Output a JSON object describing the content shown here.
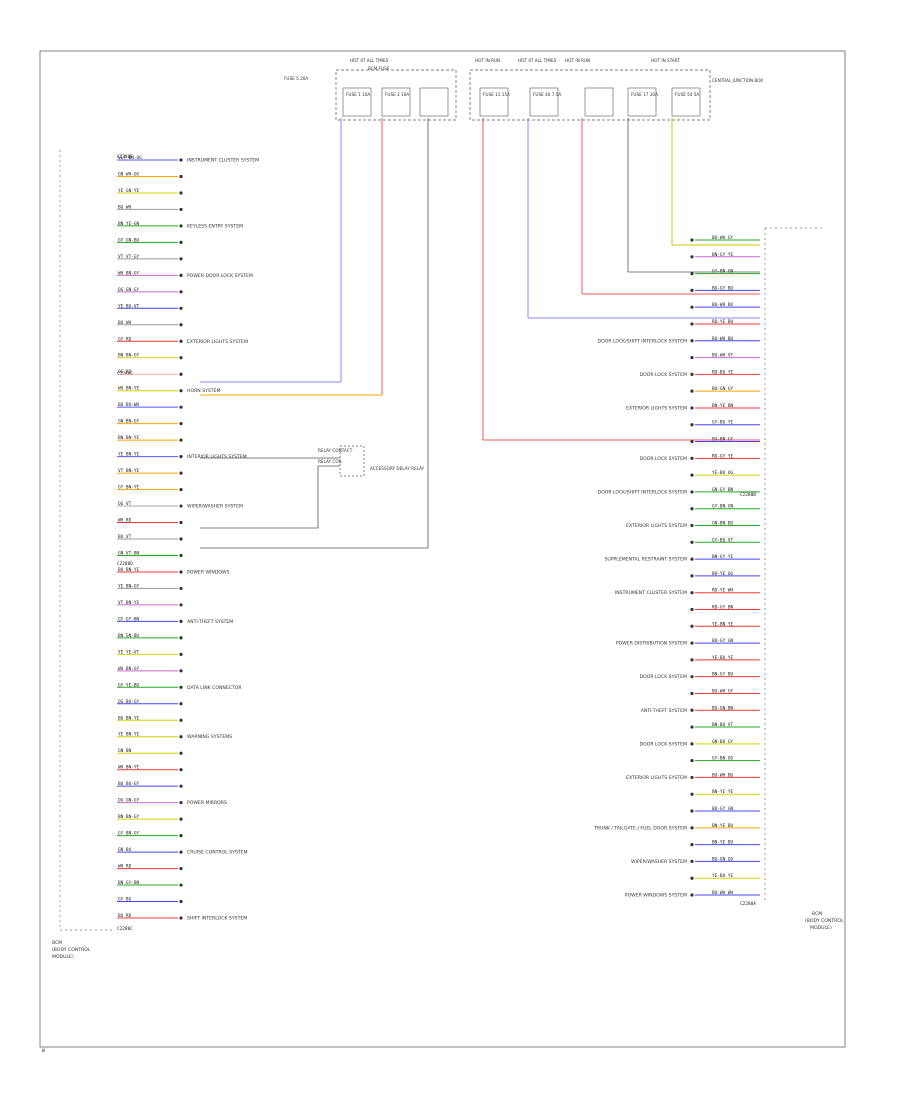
{
  "title": "",
  "left_module": {
    "name_lines": [
      "BCM",
      "(BODY CONTROL",
      "MODULE)"
    ],
    "connectors": [
      "C2280F",
      "C2280E",
      "C2280D",
      "C2280C"
    ]
  },
  "right_module": {
    "name_lines": [
      "BCM",
      "(BODY CONTROL",
      "MODULE)"
    ],
    "connectors": [
      "C2280B",
      "C2280A"
    ]
  },
  "left_pins": [
    {
      "text": "VLT BN-OG",
      "color": "#5555ff"
    },
    {
      "text": "GN WH-OG",
      "color": "#ffa500"
    },
    {
      "text": "YE GN-YE",
      "color": "#d4d400"
    },
    {
      "text": "BU WH",
      "color": "#999999"
    },
    {
      "text": "BN YE-GN",
      "color": "#22aa22"
    },
    {
      "text": "GY GN-BU",
      "color": "#22aa22"
    },
    {
      "text": "VT VT-GY",
      "color": "#999999"
    },
    {
      "text": "WH BN-GY",
      "color": "#cc66cc"
    },
    {
      "text": "OG GN-GY",
      "color": "#cc66cc"
    },
    {
      "text": "YE BU-VT",
      "color": "#4444ff"
    },
    {
      "text": "BU WH",
      "color": "#999999"
    },
    {
      "text": "GY RD",
      "color": "#ff3333"
    },
    {
      "text": "BN BN-GY",
      "color": "#d4d400"
    },
    {
      "text": "OG RD",
      "color": "#ffaaaa"
    },
    {
      "text": "WH BN-YE",
      "color": "#d4d400"
    },
    {
      "text": "BU BU-WH",
      "color": "#5555ff"
    },
    {
      "text": "GN BN-GY",
      "color": "#ffa500"
    },
    {
      "text": "BN BN-YE",
      "color": "#ffa500"
    },
    {
      "text": "YE BN-YE",
      "color": "#5555ff"
    },
    {
      "text": "VT BN-YE",
      "color": "#ffa500"
    },
    {
      "text": "GY BN-YE",
      "color": "#ffa500"
    },
    {
      "text": "OG VT",
      "color": "#aaaaaa"
    },
    {
      "text": "WH RD",
      "color": "#ff3333"
    },
    {
      "text": "BU VT",
      "color": "#999999"
    },
    {
      "text": "GN VT-BN",
      "color": "#22aa22"
    },
    {
      "text": "BU BN-YE",
      "color": "#ff3333"
    },
    {
      "text": "YE BN-GY",
      "color": "#999999"
    },
    {
      "text": "VT BN-YE",
      "color": "#cc66cc"
    },
    {
      "text": "GY GY-BN",
      "color": "#4444ff"
    },
    {
      "text": "BN GN-BU",
      "color": "#22aa22"
    },
    {
      "text": "YE YE-VT",
      "color": "#d4d400"
    },
    {
      "text": "WH BN-GY",
      "color": "#cc66cc"
    },
    {
      "text": "GY YE-BU",
      "color": "#22aa22"
    },
    {
      "text": "OG BU-GY",
      "color": "#4444ff"
    },
    {
      "text": "BU BN-YE",
      "color": "#d4d400"
    },
    {
      "text": "YE BN-YE",
      "color": "#d4d400"
    },
    {
      "text": "GN BN",
      "color": "#d4d400"
    },
    {
      "text": "WH BN-YE",
      "color": "#ff3333"
    },
    {
      "text": "BU BU-GY",
      "color": "#4444ff"
    },
    {
      "text": "OG GN-GY",
      "color": "#cc66cc"
    },
    {
      "text": "BN BN-GY",
      "color": "#d4d400"
    },
    {
      "text": "GY BN-GY",
      "color": "#22aa22"
    },
    {
      "text": "GN BU",
      "color": "#4444ff"
    },
    {
      "text": "WH RD",
      "color": "#ff3333"
    },
    {
      "text": "BN GY-BN",
      "color": "#22aa22"
    },
    {
      "text": "GY BU",
      "color": "#4444ff"
    },
    {
      "text": "BU RD",
      "color": "#ff3333"
    }
  ],
  "right_pins": [
    {
      "text": "BU-WH GY",
      "color": "#22aa22"
    },
    {
      "text": "BN-GY YE",
      "color": "#cc66cc"
    },
    {
      "text": "GY-BN GN",
      "color": "#22aa22"
    },
    {
      "text": "BU-GY BU",
      "color": "#4444ff"
    },
    {
      "text": "BU-WH BU",
      "color": "#4444ff"
    },
    {
      "text": "RD-YE BU",
      "color": "#ff3333"
    },
    {
      "text": "BU-WH BU",
      "color": "#4444ff"
    },
    {
      "text": "BU-WH VT",
      "color": "#cc66cc"
    },
    {
      "text": "RD-BU YE",
      "color": "#ff3333"
    },
    {
      "text": "BU-GN GY",
      "color": "#ffa500"
    },
    {
      "text": "BN-YE BN",
      "color": "#ff3333"
    },
    {
      "text": "GY-BU YE",
      "color": "#4444ff"
    },
    {
      "text": "BU-BN GY",
      "color": "#4444ff"
    },
    {
      "text": "RD-GY YE",
      "color": "#ff3333"
    },
    {
      "text": "YE-BU OG",
      "color": "#d4d400"
    },
    {
      "text": "GN-GY BN",
      "color": "#22aa22"
    },
    {
      "text": "GY-BN GN",
      "color": "#22aa22"
    },
    {
      "text": "GN-BN BU",
      "color": "#22aa22"
    },
    {
      "text": "GY-BU VT",
      "color": "#22aa22"
    },
    {
      "text": "BN-GY YE",
      "color": "#4444ff"
    },
    {
      "text": "BU-YE OG",
      "color": "#4444ff"
    },
    {
      "text": "RD-YE WH",
      "color": "#ff3333"
    },
    {
      "text": "RD-GY BN",
      "color": "#ff3333"
    },
    {
      "text": "YE-BN YE",
      "color": "#ff3333"
    },
    {
      "text": "BU-GY GN",
      "color": "#4444ff"
    },
    {
      "text": "YE-BU YE",
      "color": "#ff3333"
    },
    {
      "text": "BN-GY BU",
      "color": "#ff3333"
    },
    {
      "text": "BU-WH GY",
      "color": "#ff3333"
    },
    {
      "text": "BU-GN BN",
      "color": "#ff3333"
    },
    {
      "text": "BN-BU VT",
      "color": "#22aa22"
    },
    {
      "text": "GN-BU GY",
      "color": "#d4d400"
    },
    {
      "text": "GY-BN OG",
      "color": "#22aa22"
    },
    {
      "text": "BU-WH BU",
      "color": "#ff3333"
    },
    {
      "text": "BN-YE YE",
      "color": "#d4d400"
    },
    {
      "text": "BU-GY GN",
      "color": "#4444ff"
    },
    {
      "text": "BN-YE BU",
      "color": "#ffa500"
    },
    {
      "text": "BN-YE BU",
      "color": "#4444ff"
    },
    {
      "text": "BU-GN OG",
      "color": "#4444ff"
    },
    {
      "text": "YE-BU YE",
      "color": "#d4d400"
    },
    {
      "text": "BU-WH WH",
      "color": "#4444ff"
    }
  ],
  "left_notes": [
    "INSTRUMENT CLUSTER SYSTEM",
    "KEYLESS ENTRY SYSTEM",
    "POWER DOOR LOCK SYSTEM",
    "EXTERIOR LIGHTS SYSTEM",
    "HORN SYSTEM",
    "INTERIOR LIGHTS SYSTEM",
    "WIPER/WASHER SYSTEM",
    "POWER WINDOWS",
    "ANTI-THEFT SYSTEM",
    "DATA LINK CONNECTOR",
    "WARNING SYSTEMS",
    "POWER MIRRORS",
    "CRUISE CONTROL SYSTEM",
    "SHIFT INTERLOCK SYSTEM"
  ],
  "right_notes": [
    "DOOR LOCK/SHIFT INTERLOCK SYSTEM",
    "DOOR LOCK SYSTEM",
    "EXTERIOR LIGHTS SYSTEM",
    "DOOR LOCK SYSTEM",
    "DOOR LOCK/SHIFT INTERLOCK SYSTEM",
    "EXTERIOR LIGHTS SYSTEM",
    "SUPPLEMENTAL RESTRAINT SYSTEM",
    "INSTRUMENT CLUSTER SYSTEM",
    "POWER DISTRIBUTION SYSTEM",
    "DOOR LOCK SYSTEM",
    "ANTI-THEFT SYSTEM",
    "DOOR LOCK SYSTEM",
    "EXTERIOR LIGHTS SYSTEM",
    "TRUNK / TAILGATE / FUEL DOOR SYSTEM",
    "WIPER/WASHER SYSTEM",
    "POWER WINDOWS SYSTEM"
  ],
  "top_labels": [
    "HOT AT ALL TIMES",
    "BCM FUSE",
    "FUSE 5 20A",
    "HOT IN RUN",
    "HOT AT ALL TIMES",
    "HOT IN RUN",
    "HOT IN START",
    "CENTRAL JUNCTION BOX"
  ],
  "fuse_labels": [
    "FUSE 1 10A",
    "FUSE 2 10A",
    "FUSE 11 15A",
    "FUSE 40 7.5A",
    "FUSE 17 30A",
    "FUSE 54 5A"
  ],
  "mid_labels": [
    "RELAY CONTACT",
    "RELAY COIL",
    "ACCESSORY DELAY RELAY"
  ],
  "footer": "W"
}
